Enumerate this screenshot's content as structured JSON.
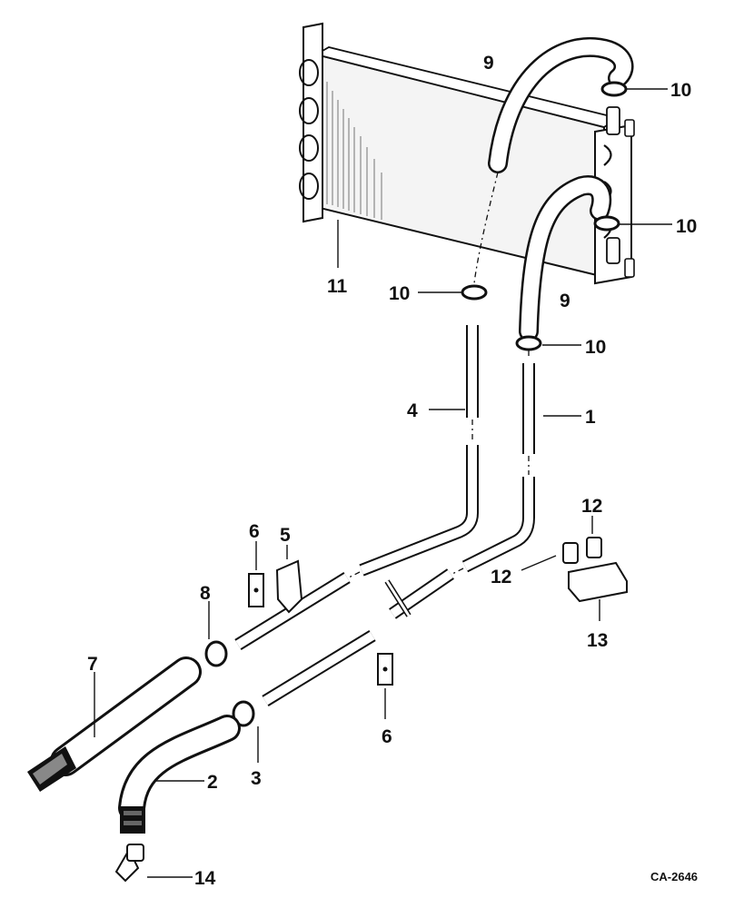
{
  "callouts": {
    "c1": "1",
    "c2": "2",
    "c3": "3",
    "c4": "4",
    "c5": "5",
    "c6a": "6",
    "c6b": "6",
    "c7": "7",
    "c8": "8",
    "c9a": "9",
    "c9b": "9",
    "c10a": "10",
    "c10b": "10",
    "c10c": "10",
    "c10d": "10",
    "c11": "11",
    "c12a": "12",
    "c12b": "12",
    "c13": "13",
    "c14": "14"
  },
  "figure_code": "CA-2646"
}
